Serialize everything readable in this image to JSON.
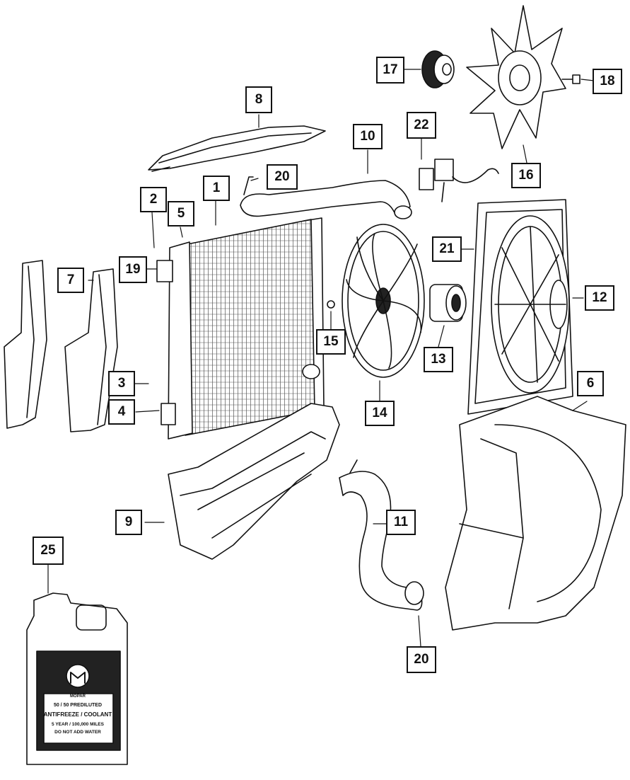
{
  "callouts": [
    {
      "id": "1",
      "label": "1"
    },
    {
      "id": "2",
      "label": "2"
    },
    {
      "id": "3",
      "label": "3"
    },
    {
      "id": "4",
      "label": "4"
    },
    {
      "id": "5",
      "label": "5"
    },
    {
      "id": "6",
      "label": "6"
    },
    {
      "id": "7",
      "label": "7"
    },
    {
      "id": "8",
      "label": "8"
    },
    {
      "id": "9",
      "label": "9"
    },
    {
      "id": "10",
      "label": "10"
    },
    {
      "id": "11",
      "label": "11"
    },
    {
      "id": "12",
      "label": "12"
    },
    {
      "id": "13",
      "label": "13"
    },
    {
      "id": "14",
      "label": "14"
    },
    {
      "id": "15",
      "label": "15"
    },
    {
      "id": "16",
      "label": "16"
    },
    {
      "id": "17",
      "label": "17"
    },
    {
      "id": "18",
      "label": "18"
    },
    {
      "id": "19",
      "label": "19"
    },
    {
      "id": "20a",
      "label": "20"
    },
    {
      "id": "20b",
      "label": "20"
    },
    {
      "id": "21",
      "label": "21"
    },
    {
      "id": "22",
      "label": "22"
    },
    {
      "id": "25",
      "label": "25"
    }
  ],
  "coolant_jug": {
    "brand": "MOPAR",
    "line1": "50 / 50 PREDILUTED",
    "line2": "ANTIFREEZE / COOLANT",
    "line3": "5 YEAR / 100,000 MILES",
    "line4": "DO NOT ADD WATER"
  },
  "colors": {
    "line": "#111111",
    "panel": "#222222",
    "background": "#ffffff"
  }
}
